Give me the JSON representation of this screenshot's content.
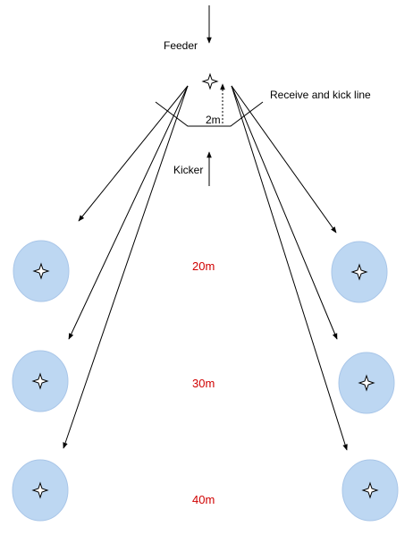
{
  "labels": {
    "feeder": "Feeder",
    "receive_kick_line": "Receive and kick line",
    "gap": "2m",
    "kicker": "Kicker"
  },
  "distances": [
    {
      "text": "20m",
      "color": "#d00000"
    },
    {
      "text": "30m",
      "color": "#d00000"
    },
    {
      "text": "40m",
      "color": "#d00000"
    }
  ],
  "targets": {
    "left": [
      "target",
      "target",
      "target"
    ],
    "right": [
      "target",
      "target",
      "target"
    ]
  },
  "icons": {
    "player_marker": "four-point-star-icon",
    "target_marker": "four-point-star-icon"
  },
  "colors": {
    "target_fill": "#bdd7f2",
    "distance_text": "#d00000",
    "lines": "#000000"
  }
}
